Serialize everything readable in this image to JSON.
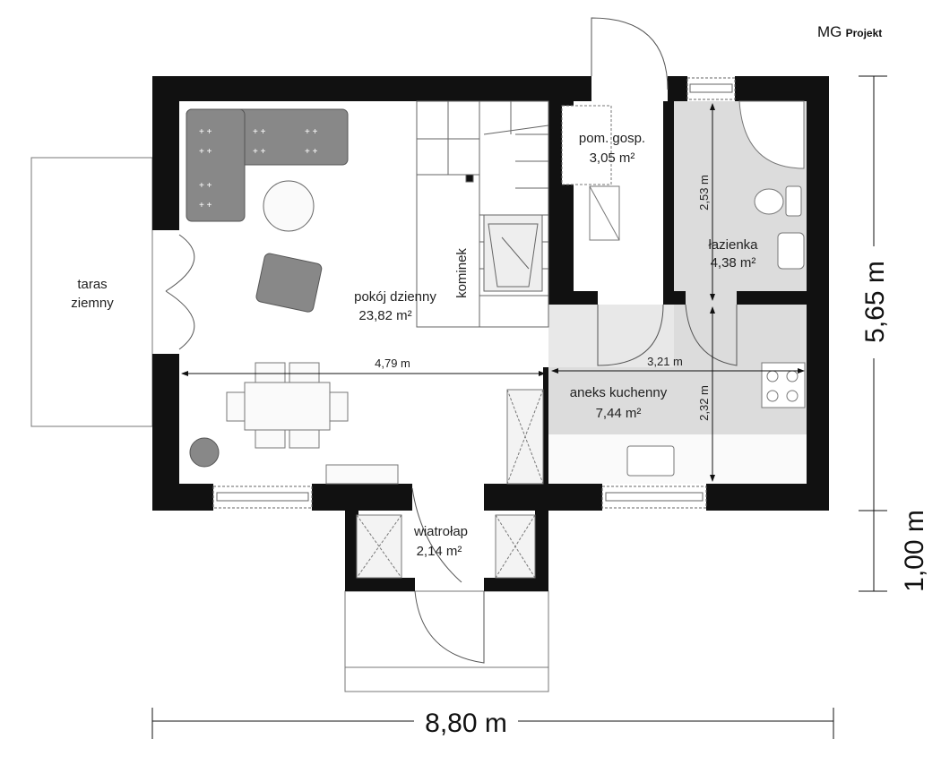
{
  "logo": {
    "mark": "MG",
    "name": "Projekt"
  },
  "rooms": {
    "terrace": {
      "line1": "taras",
      "line2": "ziemny"
    },
    "living": {
      "name": "pokój dzienny",
      "area": "23,82 m²"
    },
    "utility": {
      "name": "pom. gosp.",
      "area": "3,05 m²"
    },
    "bathroom": {
      "name": "łazienka",
      "area": "4,38 m²"
    },
    "kitchen": {
      "name": "aneks kuchenny",
      "area": "7,44 m²"
    },
    "vestibule": {
      "name": "wiatrołap",
      "area": "2,14 m²"
    },
    "fireplace": {
      "name": "kominek"
    }
  },
  "dimensions": {
    "living_width": "4,79 m",
    "kitchen_width": "3,21 m",
    "bathroom_depth": "2,53 m",
    "kitchen_depth": "2,32 m",
    "total_width": "8,80 m",
    "total_depth": "5,65 m",
    "vestibule_depth": "1,00 m"
  }
}
